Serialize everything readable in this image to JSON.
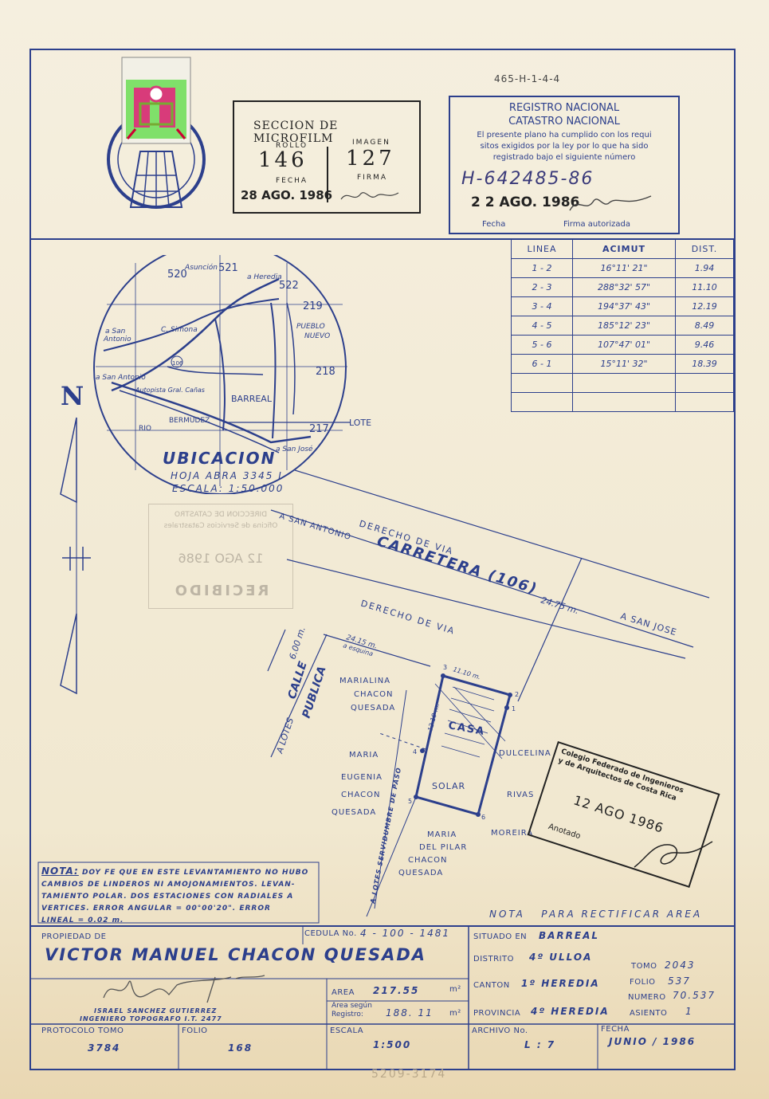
{
  "header": {
    "plan_code": "465-H-1-4-4",
    "microfilm": {
      "title": "SECCION DE MICROFILM",
      "rollo_label": "ROLLO",
      "rollo": "146",
      "imagen_label": "IMAGEN",
      "imagen": "127",
      "fecha_label": "FECHA",
      "fecha": "28 AGO. 1986",
      "firma_label": "FIRMA"
    },
    "registro": {
      "line1": "REGISTRO NACIONAL",
      "line2": "CATASTRO NACIONAL",
      "body1": "El presente plano ha cumplido con los requi",
      "body2": "sitos exigidos por la ley por lo que ha sido",
      "body3": "registrado bajo el siguiente número",
      "number": "H-642485-86",
      "date": "2 2 AGO. 1986",
      "fecha_label": "Fecha",
      "firma_label": "Firma autorizada"
    }
  },
  "azimuth_table": {
    "headers": [
      "LINEA",
      "ACIMUT",
      "DIST."
    ],
    "rows": [
      [
        "1 - 2",
        "16°11' 21\"",
        "1.94"
      ],
      [
        "2 - 3",
        "288°32' 57\"",
        "11.10"
      ],
      [
        "3 - 4",
        "194°37' 43\"",
        "12.19"
      ],
      [
        "4 - 5",
        "185°12' 23\"",
        "8.49"
      ],
      [
        "5 - 6",
        "107°47' 01\"",
        "9.46"
      ],
      [
        "6 - 1",
        "15°11' 32\"",
        "18.39"
      ],
      [
        "",
        "",
        ""
      ],
      [
        "",
        "",
        ""
      ]
    ]
  },
  "location_map": {
    "title": "UBICACION",
    "sheet": "HOJA ABRA 3345 I",
    "scale": "ESCALA: 1:50.000",
    "labels": {
      "n520": "520",
      "n521": "521",
      "n522": "522",
      "n219": "219",
      "n218": "218",
      "n217": "217",
      "asuncion": "Asunción",
      "a_heredia": "a Heredia",
      "pueblo": "PUEBLO",
      "nuevo": "NUEVO",
      "a_san": "a San",
      "antonio": "Antonio",
      "c_simona": "C. Simona",
      "a_san_antonio": "a San Antonio",
      "autopista": "Autopista Gral. Cañas",
      "barreal": "BARREAL",
      "rio": "RIO",
      "bermudez": "BERMUDEZ",
      "a_san_jose": "a San José",
      "road106": "106",
      "lote": "LOTE"
    }
  },
  "north": "N",
  "site": {
    "derecho_via_top": "DERECHO DE VIA",
    "a_san_antonio": "A SAN ANTONIO",
    "carretera": "CARRETERA (106)",
    "dist_road": "24.75 m.",
    "a_san_jose": "A SAN JOSE",
    "derecho_via_bottom": "DERECHO DE VIA",
    "calle": "CALLE",
    "publica": "PUBLICA",
    "a_lotes": "A LOTES",
    "calle_width": "6.00 m.",
    "dist_esquina": "24.15 m.",
    "a_esquina": "a esquina",
    "d_1110": "11.10 m.",
    "d_1219": "12.19 m.",
    "n1": "1",
    "n2": "2",
    "n3": "3",
    "n4": "4",
    "n5": "5",
    "n6": "6",
    "casa": "CASA",
    "solar": "SOLAR",
    "servidumbre": "A LOTES SERVIDUMBRE DE PASO",
    "north_owner": [
      "MARIALINA",
      "CHACON",
      "QUESADA"
    ],
    "west_owner": [
      "MARIA",
      "EUGENIA",
      "CHACON",
      "QUESADA"
    ],
    "east_owner": [
      "DULCELINA",
      "RIVAS",
      "MOREIRA"
    ],
    "south_owner": [
      "MARIA",
      "DEL PILAR",
      "CHACON",
      "QUESADA"
    ]
  },
  "recibido_stamp": {
    "line1": "DIRECCION DE CATASTRO",
    "line2": "Oficina de Servicios Catastrales",
    "date": "12 AGO 1986",
    "word": "RECIBIDO"
  },
  "colegio_stamp": {
    "line1": "Colegio Federado de Ingenieros",
    "line2": "y de Arquitectos de Costa Rica",
    "date": "12 AGO 1986",
    "word": "Anotado"
  },
  "nota": {
    "label": "NOTA:",
    "lines": [
      "DOY FE QUE EN ESTE LEVANTAMIENTO NO HUBO",
      "CAMBIOS DE LINDEROS NI AMOJONAMIENTOS. LEVAN-",
      "TAMIENTO POLAR. DOS ESTACIONES CON RADIALES A",
      "VERTICES. ERROR ANGULAR = 00°00'20\". ERROR",
      "LINEAL = 0.02 m."
    ]
  },
  "nota_rectificar": "NOTA   PARA RECTIFICAR AREA",
  "title_block": {
    "propiedad_label": "PROPIEDAD DE",
    "cedula_label": "CEDULA No.",
    "cedula": "4 - 100 - 1481",
    "owner": "VICTOR MANUEL CHACON QUESADA",
    "engineer_name": "ISRAEL SANCHEZ GUTIERREZ",
    "engineer_title": "INGENIERO TOPOGRAFO I.T. 2477",
    "area_label": "AREA",
    "area": "217.55",
    "area_unit": "m²",
    "area_reg_label1": "Area según",
    "area_reg_label2": "Registro:",
    "area_reg": "188. 11",
    "situado_label": "SITUADO EN",
    "situado": "BARREAL",
    "distrito_label": "DISTRITO",
    "distrito": "4º ULLOA",
    "canton_label": "CANTON",
    "canton": "1º HEREDIA",
    "provincia_label": "PROVINCIA",
    "provincia": "4º HEREDIA",
    "tomo_label": "TOMO",
    "tomo": "2043",
    "folio_label": "FOLIO",
    "folio": "537",
    "numero_label": "NUMERO",
    "numero": "70.537",
    "asiento_label": "ASIENTO",
    "asiento": "1",
    "protocolo_label": "PROTOCOLO TOMO",
    "protocolo": "3784",
    "folio2_label": "FOLIO",
    "folio2": "168",
    "escala_label": "ESCALA",
    "escala": "1:500",
    "archivo_label": "ARCHIVO No.",
    "archivo": "L : 7",
    "fecha_label": "FECHA",
    "fecha": "JUNIO / 1986"
  },
  "bottom_note": "5209-3174"
}
